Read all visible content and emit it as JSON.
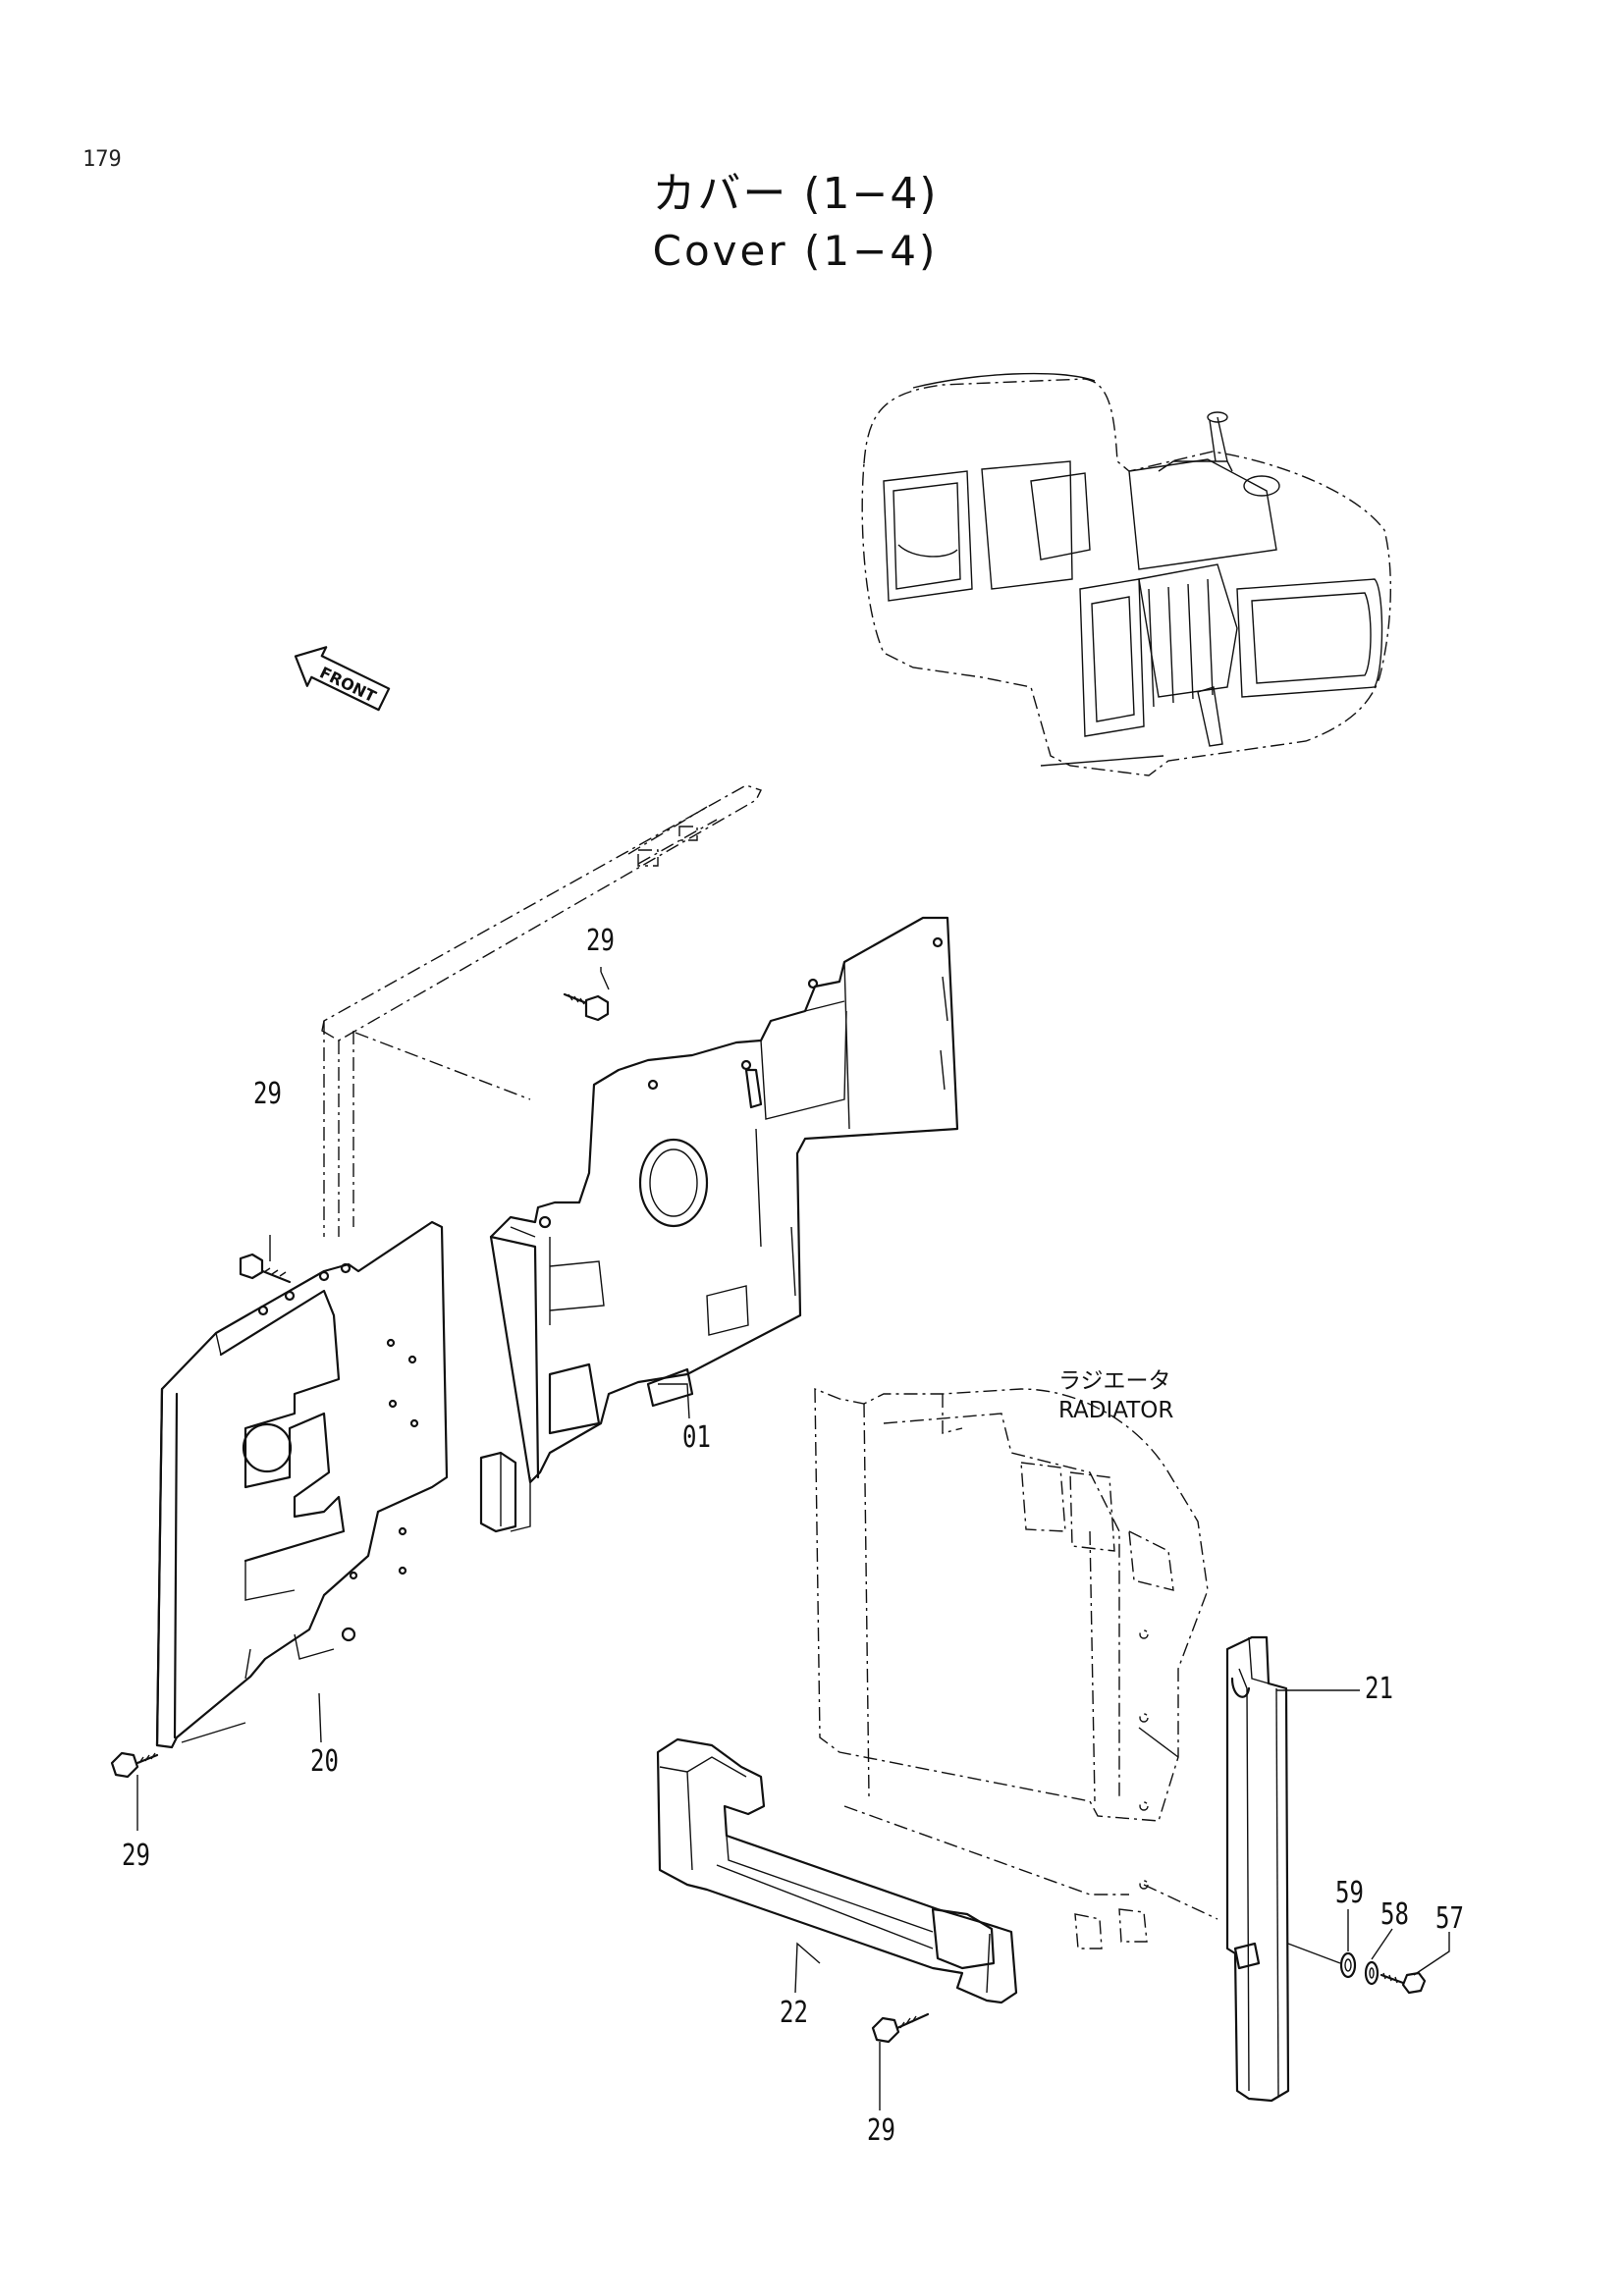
{
  "page": {
    "number": "179"
  },
  "title": {
    "japanese": "カバー (1−4)",
    "english": "Cover (1−4)"
  },
  "front_arrow": {
    "label": "FRONT"
  },
  "radiator_label": {
    "japanese": "ラジエータ",
    "english": "RADIATOR"
  },
  "callouts": {
    "c01": "01",
    "c20": "20",
    "c21": "21",
    "c22": "22",
    "c29_top": "29",
    "c29_left": "29",
    "c29_bottom_left": "29",
    "c29_bottom": "29",
    "c57": "57",
    "c58": "58",
    "c59": "59"
  }
}
